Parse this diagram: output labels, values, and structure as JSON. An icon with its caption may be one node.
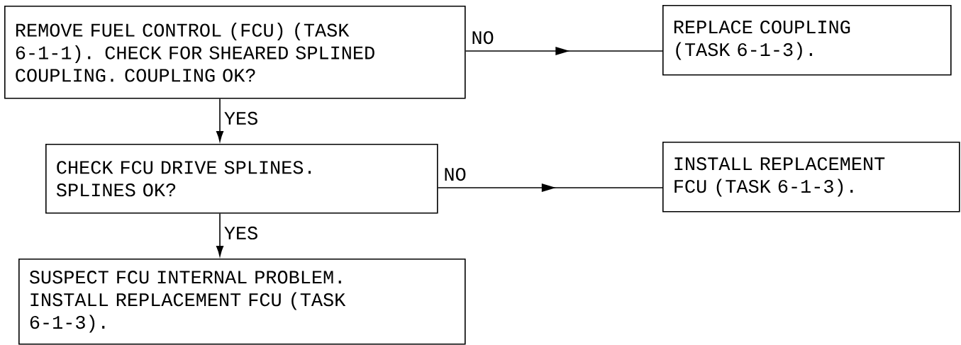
{
  "diagram": {
    "nodes": [
      {
        "text": [
          "REMOVE FUEL CONTROL (FCU) (TASK 6-1-1). CHECK FOR SHEARED SPLINED COUPLING. COUPLING OK?"
        ]
      },
      {
        "text": [
          "REPLACE COUPLING (TASK 6-1-3)."
        ]
      },
      {
        "text": [
          "CHECK FCU DRIVE SPLINES. SPLINES OK?"
        ]
      },
      {
        "text": [
          "INSTALL REPLACEMENT FCU (TASK 6-1-3)."
        ]
      },
      {
        "text": [
          "SUSPECT FCU INTERNAL PROBLEM. INSTALL REPLACEMENT FCU (TASK 6-1-3)."
        ]
      }
    ],
    "edges": [
      {
        "from": 0,
        "to": 1,
        "arrow": "to",
        "label": "NO"
      },
      {
        "from": 0,
        "to": 2,
        "arrow": "to",
        "label": "YES"
      },
      {
        "from": 2,
        "to": 3,
        "arrow": "to",
        "label": "NO"
      },
      {
        "from": 2,
        "to": 4,
        "arrow": "to",
        "label": "YES"
      }
    ]
  }
}
